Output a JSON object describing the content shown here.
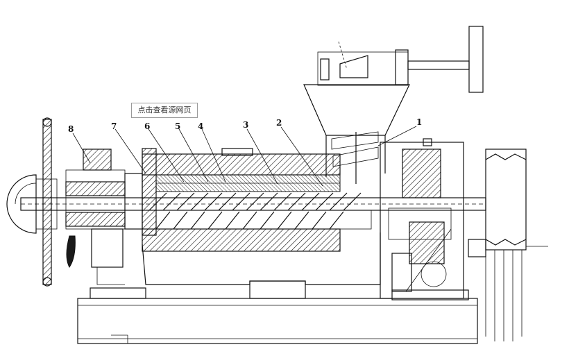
{
  "callout": {
    "label": "点击查看源网页"
  },
  "parts": [
    {
      "label": "1"
    },
    {
      "label": "2"
    },
    {
      "label": "3"
    },
    {
      "label": "4"
    },
    {
      "label": "5"
    },
    {
      "label": "6"
    },
    {
      "label": "7"
    },
    {
      "label": "8"
    }
  ]
}
